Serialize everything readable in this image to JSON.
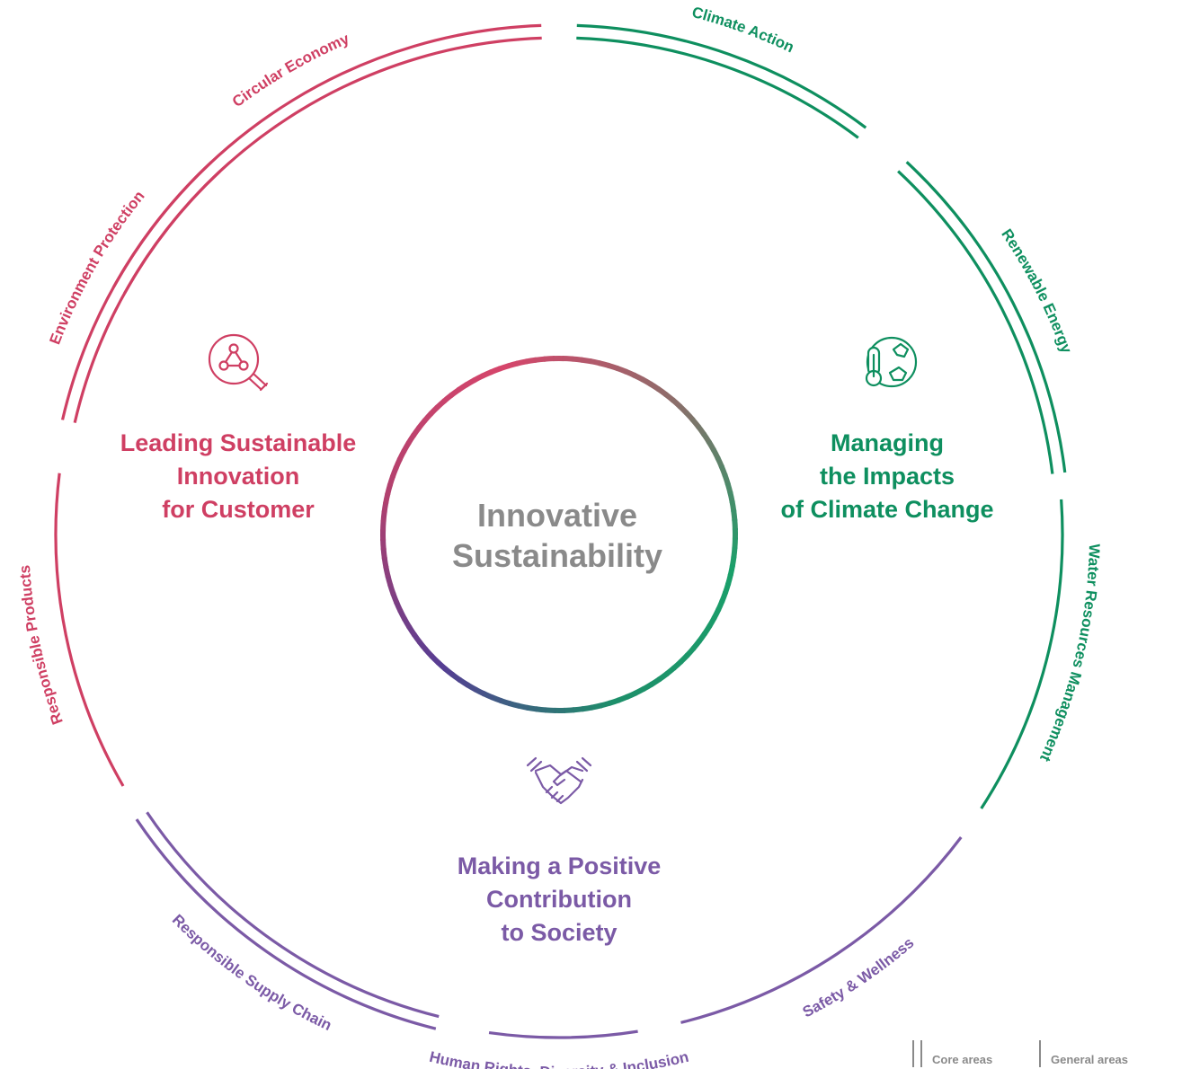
{
  "colors": {
    "pink": "#cf3f63",
    "green": "#0e8f5f",
    "purple": "#7b5aa6",
    "gray": "#8a8a8a",
    "ring_gradient": [
      "#d6456b",
      "#8b6e6a",
      "#1aa06a",
      "#1d8f6a",
      "#553d93",
      "#b0406e"
    ]
  },
  "center": {
    "line1": "Innovative",
    "line2": "Sustainability"
  },
  "pillars": [
    {
      "id": "customer",
      "color": "#cf3f63",
      "icon": "lightbulb-network-icon",
      "lines": [
        "Leading Sustainable",
        "Innovation",
        "for Customer"
      ]
    },
    {
      "id": "climate",
      "color": "#0e8f5f",
      "icon": "globe-thermometer-icon",
      "lines": [
        "Managing",
        "the Impacts",
        "of Climate Change"
      ]
    },
    {
      "id": "society",
      "color": "#7b5aa6",
      "icon": "handshake-icon",
      "lines": [
        "Making a Positive",
        "Contribution",
        "to Society"
      ]
    }
  ],
  "segments": [
    {
      "label": "Circular Economy",
      "color": "#cf3f63",
      "type": "core"
    },
    {
      "label": "Climate Action",
      "color": "#0e8f5f",
      "type": "core"
    },
    {
      "label": "Renewable Energy",
      "color": "#0e8f5f",
      "type": "core"
    },
    {
      "label": "Water Resources Management",
      "color": "#0e8f5f",
      "type": "general"
    },
    {
      "label": "Safety & Wellness",
      "color": "#7b5aa6",
      "type": "general"
    },
    {
      "label": "Human Rights, Diversity & Inclusion",
      "color": "#7b5aa6",
      "type": "general"
    },
    {
      "label": "Responsible Supply Chain",
      "color": "#7b5aa6",
      "type": "core"
    },
    {
      "label": "Responsible Products",
      "color": "#cf3f63",
      "type": "general"
    },
    {
      "label": "Environment Protection",
      "color": "#cf3f63",
      "type": "core"
    }
  ],
  "legend": {
    "core": "Core areas",
    "general": "General areas"
  }
}
